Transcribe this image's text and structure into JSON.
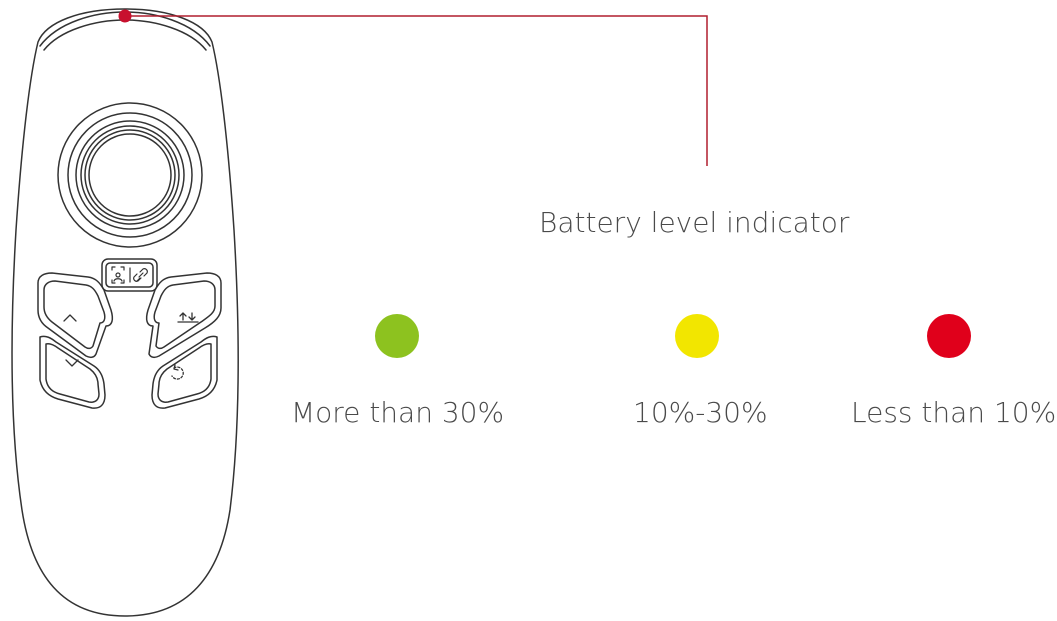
{
  "title": "Battery level indicator",
  "colors": {
    "outline": "#333333",
    "leader_line": "#b01e2e",
    "indicator_dot": "#c8102e"
  },
  "levels": [
    {
      "label": "More than 30%",
      "color": "#8dc21f"
    },
    {
      "label": "10%-30%",
      "color": "#f2e600"
    },
    {
      "label": "Less than 10%",
      "color": "#e0001b"
    }
  ],
  "remote": {
    "buttons": [
      {
        "name": "capture-link-button",
        "icons": [
          "screenshot-icon",
          "link-icon"
        ]
      },
      {
        "name": "up-button",
        "icon": "chevron-up-icon"
      },
      {
        "name": "down-button",
        "icon": "chevron-down-icon"
      },
      {
        "name": "switch-button",
        "icon": "swap-arrows-icon"
      },
      {
        "name": "back-button",
        "icon": "return-icon"
      }
    ]
  }
}
